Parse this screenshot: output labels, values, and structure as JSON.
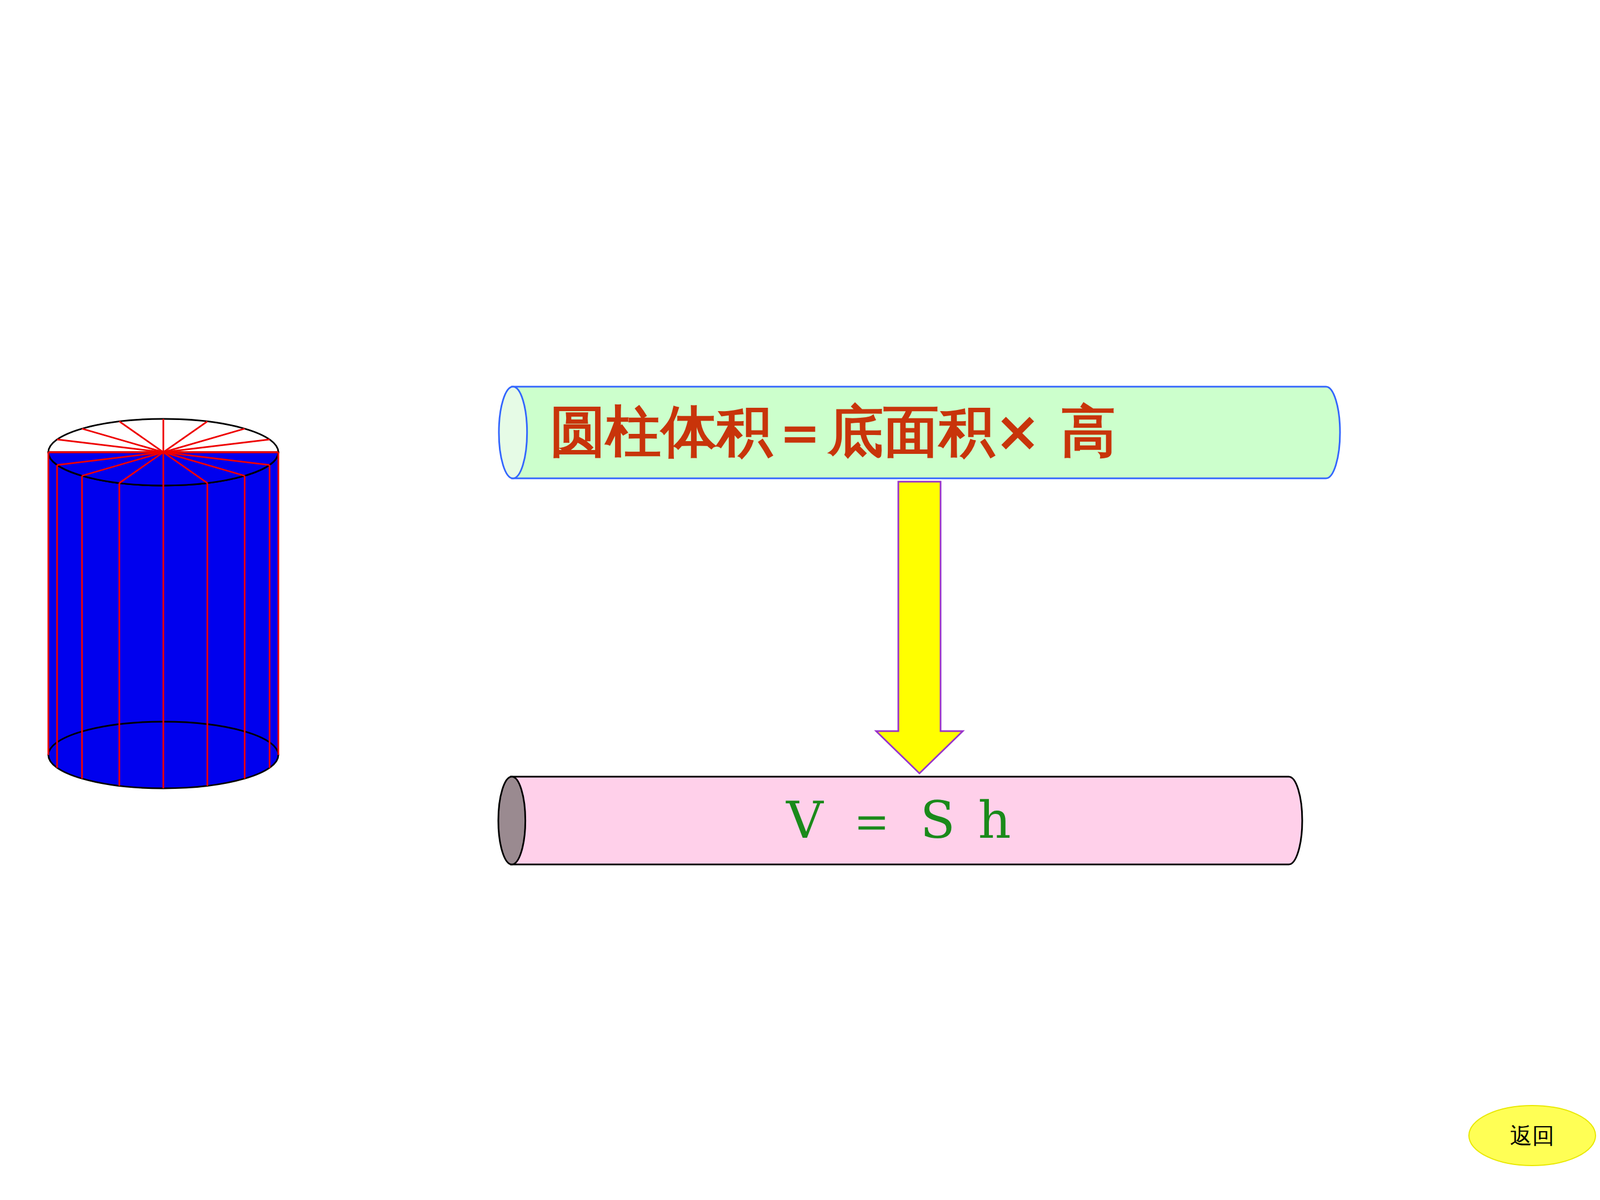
{
  "diagram": {
    "nodes": [
      {
        "text": [
          "圆柱体积＝底面积× 高"
        ]
      },
      {
        "text": [
          "V ＝ S h"
        ]
      },
      {
        "text": [
          "返回"
        ]
      }
    ],
    "edges": [
      {
        "from": 0,
        "to": 1,
        "arrow": "to"
      }
    ]
  }
}
